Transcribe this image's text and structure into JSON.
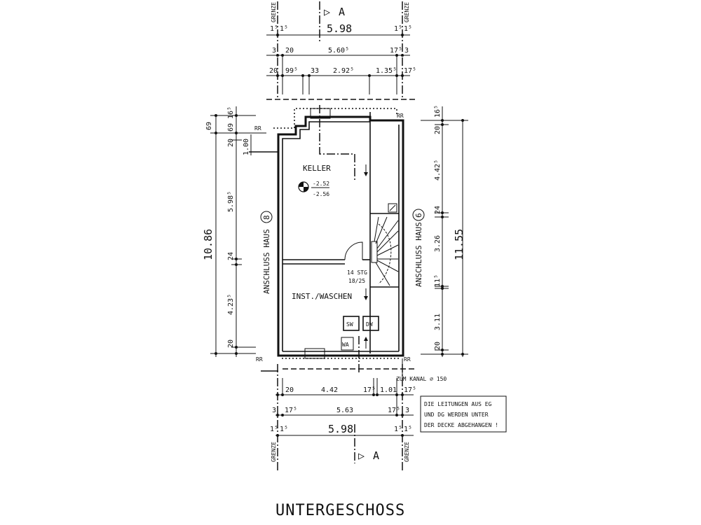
{
  "title": "UNTERGESCHOSS",
  "section_marker": {
    "symbol": "▷",
    "label": "A"
  },
  "boundary_label": "GRENZE",
  "top_dims": {
    "row1": [
      "1⁵",
      "1⁵",
      "5.98",
      "1⁵",
      "1⁵"
    ],
    "row2": [
      "3",
      "20",
      "5.60⁵",
      "17⁵",
      "3"
    ],
    "row3": [
      "20",
      "99⁵",
      "33",
      "2.92⁵",
      "1.35⁵",
      "17⁵"
    ]
  },
  "left_dims": {
    "outer": [
      "69",
      "10.86"
    ],
    "inner": [
      "16⁵",
      "69",
      "20",
      "1.00",
      "5.98⁵",
      "24",
      "4.23⁵",
      "20"
    ]
  },
  "right_dims": {
    "outer": "11.55",
    "inner": [
      "16⁵",
      "20",
      "4.42⁵",
      "24",
      "3.26",
      "11⁵",
      "3.11",
      "20"
    ]
  },
  "bottom_dims": {
    "row1": [
      "20",
      "4.42",
      "17⁵",
      "1.01",
      "17⁵"
    ],
    "row2": [
      "3",
      "17⁵",
      "5.63",
      "17⁵",
      "3"
    ],
    "row3": [
      "1⁵",
      "1⁵",
      "5.98",
      "1⁵",
      "1⁵"
    ]
  },
  "neighbors": {
    "left": {
      "label": "ANSCHLUSS HAUS",
      "number": "8"
    },
    "right": {
      "label": "ANSCHLUSS HAUS",
      "number": "6"
    }
  },
  "rooms": {
    "keller": {
      "name": "KELLER",
      "level_top": "-2.52",
      "level_bottom": "-2.56"
    },
    "waschen": {
      "name": "INST./WASCHEN"
    }
  },
  "stairs": {
    "steps": "14 STG",
    "ratio": "18/25"
  },
  "fixtures": {
    "sw": "SW",
    "dw": "DW",
    "wa": "WA"
  },
  "rain_pipe": "RR",
  "drain": "ZUM KANAL ⌀ 150",
  "note": [
    "DIE LEITUNGEN AUS EG",
    "UND DG WERDEN UNTER",
    "DER DECKE ABGEHANGEN !"
  ]
}
